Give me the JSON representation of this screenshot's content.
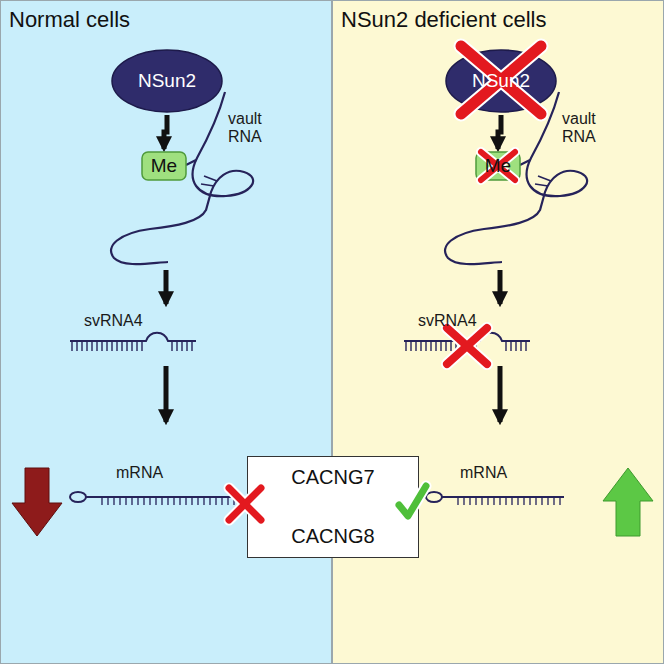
{
  "diagram": {
    "nodes": [
      {
        "text": [
          "Normal cells"
        ]
      },
      {
        "text": [
          "NSun2"
        ],
        "in": 0
      },
      {
        "text": [
          "Me"
        ],
        "in": 0
      },
      {
        "text": [
          "NSun2 deficient cells"
        ]
      },
      {
        "text": [
          "NSun2"
        ],
        "in": 3
      },
      {
        "text": [
          "Me"
        ],
        "in": 3
      },
      {
        "text": [
          "CACNG7",
          "CACNG8"
        ]
      }
    ],
    "edges": [
      {
        "from": 1,
        "to": 2,
        "arrow": "to"
      },
      {
        "from": 4,
        "to": 5,
        "arrow": "to"
      }
    ],
    "labels": [
      "vault RNA",
      "svRNA4",
      "mRNA",
      "vault RNA",
      "svRNA4",
      "mRNA"
    ]
  }
}
